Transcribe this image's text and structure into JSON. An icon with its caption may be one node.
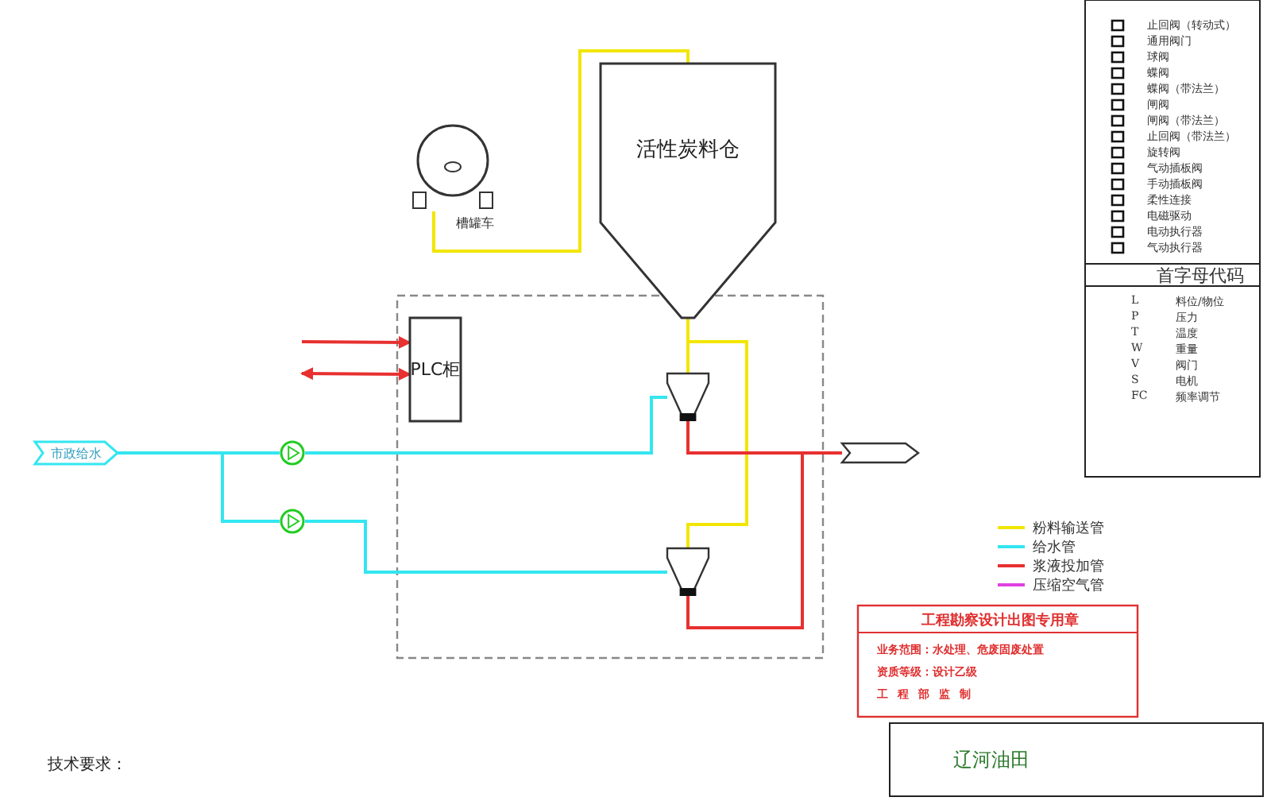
{
  "diagram": {
    "nodes": [
      {
        "text": [],
        "shape": "picture",
        "beside": [
          "槽罐车"
        ]
      },
      {
        "text": [
          "活性炭料仓"
        ]
      },
      {
        "text": [
          "PLC柜"
        ]
      },
      {
        "text": [
          "市政给水"
        ]
      },
      {
        "text": [],
        "shape": "box"
      },
      {
        "text": [],
        "shape": "circle"
      },
      {
        "text": [],
        "shape": "circle"
      },
      {
        "text": [],
        "shape": "funnel"
      },
      {
        "text": [],
        "shape": "funnel"
      }
    ],
    "edges": [
      {
        "from": 0,
        "to": 1,
        "arrow": "none",
        "color": "#f2e600"
      },
      {
        "from": 1,
        "to": 7,
        "arrow": "none",
        "color": "#f2e600"
      },
      {
        "from": 1,
        "to": 8,
        "arrow": "none",
        "color": "#f2e600"
      },
      {
        "from": 3,
        "to": 5,
        "arrow": "none",
        "color": "#33e6f0"
      },
      {
        "from": 3,
        "to": 6,
        "arrow": "none",
        "color": "#33e6f0"
      },
      {
        "from": 5,
        "to": 7,
        "arrow": "none",
        "color": "#33e6f0"
      },
      {
        "from": 6,
        "to": 8,
        "arrow": "none",
        "color": "#33e6f0"
      },
      {
        "from": 7,
        "to": 4,
        "arrow": "none",
        "color": "#e83030"
      },
      {
        "from": 8,
        "to": 4,
        "arrow": "none",
        "color": "#e83030"
      },
      {
        "from": null,
        "to": 2,
        "arrow": "to",
        "color": "#e83030"
      },
      {
        "from": null,
        "to": 2,
        "arrow": "both",
        "color": "#e83030"
      }
    ],
    "labels": [
      "止回阀（转动式）",
      "通用阀门",
      "球阀",
      "蝶阀",
      "蝶阀（带法兰）",
      "闸阀",
      "闸阀（带法兰）",
      "止回阀（带法兰）",
      "旋转阀",
      "气动插板阀",
      "手动插板阀",
      "柔性连接",
      "电磁驱动",
      "电动执行器",
      "气动执行器",
      "首字母代码",
      "L",
      "料位/物位",
      "P",
      "压力",
      "T",
      "温度",
      "W",
      "重量",
      "V",
      "阀门",
      "S",
      "电机",
      "FC",
      "频率调节",
      "工程勘察设计出图专用章",
      "业务范围：水处理、危废固废处置",
      "资质等级：设计乙级",
      "工程部监制",
      "技术要求：",
      "辽河油田"
    ],
    "legend": [
      {
        "text": "粉料输送管",
        "color": "#f2e600"
      },
      {
        "text": "给水管",
        "color": "#33e6f0"
      },
      {
        "text": "浆液投加管",
        "color": "#e83030"
      },
      {
        "text": "压缩空气管",
        "color": "#e040e0"
      }
    ]
  }
}
